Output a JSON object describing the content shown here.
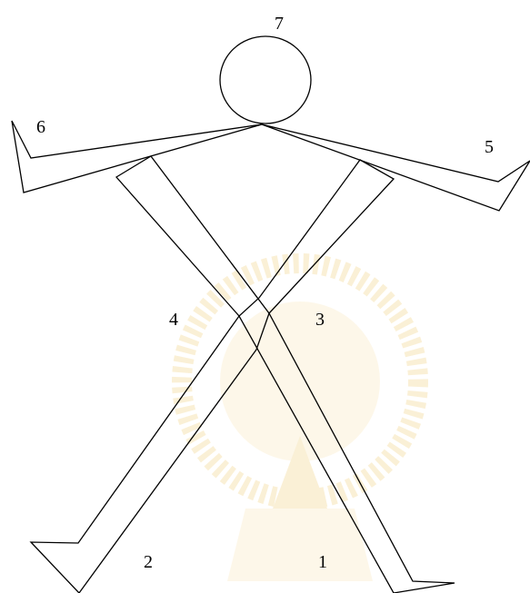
{
  "figure": {
    "labels": {
      "head": "7",
      "left_arm": "6",
      "right_arm": "5",
      "left_leg": "4",
      "right_leg": "3",
      "left_foot": "2",
      "right_foot": "1"
    },
    "colors": {
      "stroke": "#000000",
      "background": "#ffffff",
      "watermark": "#f6dfa6"
    }
  }
}
